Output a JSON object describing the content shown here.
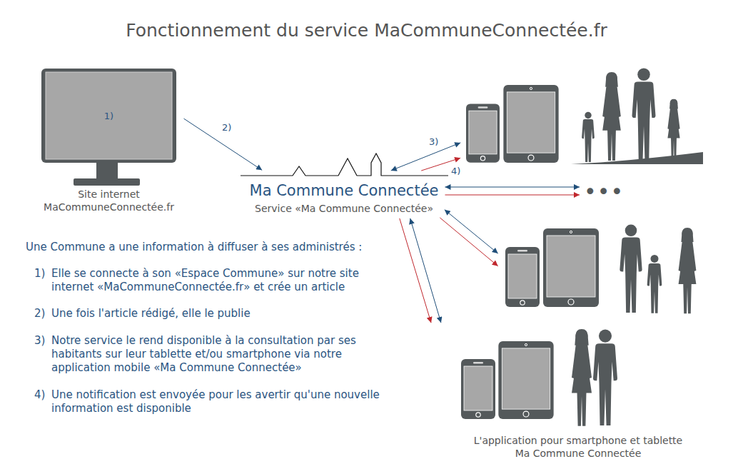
{
  "diagram": {
    "title": "Fonctionnement du service MaCommuneConnectée.fr",
    "nodes": [
      {
        "text": [
          "1)",
          "Site internet MaCommuneConnectée.fr"
        ]
      },
      {
        "text": [
          "Ma Commune Connectée",
          "Service «Ma Commune Connectée»"
        ]
      },
      {
        "text": []
      },
      {
        "text": [
          "•••"
        ]
      },
      {
        "text": []
      },
      {
        "text": [
          "L'application pour smartphone et tablette Ma Commune Connectée"
        ]
      }
    ],
    "edges": [
      {
        "from": 0,
        "to": 1,
        "arrow": "to",
        "label": "2)"
      },
      {
        "from": 1,
        "to": 2,
        "arrow": "both",
        "label": "3)"
      },
      {
        "from": 1,
        "to": 2,
        "arrow": "to",
        "label": "4)"
      },
      {
        "from": 1,
        "to": 3,
        "arrow": "both"
      },
      {
        "from": 1,
        "to": 3,
        "arrow": "to"
      },
      {
        "from": 1,
        "to": 4,
        "arrow": "both"
      },
      {
        "from": 1,
        "to": 4,
        "arrow": "to"
      },
      {
        "from": 1,
        "to": 5,
        "arrow": "both"
      },
      {
        "from": 1,
        "to": 5,
        "arrow": "to"
      }
    ],
    "labels": [
      "Une Commune a une information à diffuser à ses administrés :",
      "1)",
      "Elle se connecte à son «Espace Commune» sur notre site internet «MaCommuneConnectée.fr» et crée un article",
      "2)",
      "Une fois l'article rédigé, elle le publie",
      "3)",
      "Notre service le rend disponible à la consultation par ses habitants sur leur tablette et/ou smartphone via notre application mobile «Ma Commune Connectée»",
      "4)",
      "Une notification est envoyée pour les avertir qu'une nouvelle information est disponible"
    ]
  }
}
